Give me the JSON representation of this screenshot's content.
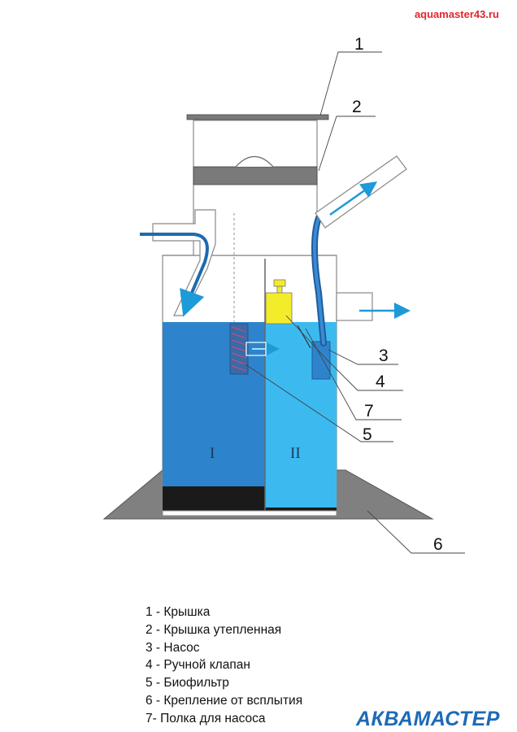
{
  "site_url": "aquamaster43.ru",
  "brand": "АКВАМАСТЕР",
  "chambers": {
    "first": "I",
    "second": "II"
  },
  "callouts": [
    "1",
    "2",
    "3",
    "4",
    "5",
    "6",
    "7"
  ],
  "legend": [
    "1 - Крышка",
    "2 - Крышка утепленная",
    "3 - Насос",
    "4 - Ручной клапан",
    "5 - Биофильтр",
    "6 - Крепление от всплытия",
    "7- Полка для насоса"
  ],
  "colors": {
    "chamber_1_water": "#2e84cc",
    "chamber_2_water": "#3cbaf0",
    "flow_arrow": "#1d9ad8",
    "base": "#808080",
    "cover_insulated": "#7a7a7a",
    "valve": "#f3ec2a",
    "sediment": "#1a1a1a"
  }
}
